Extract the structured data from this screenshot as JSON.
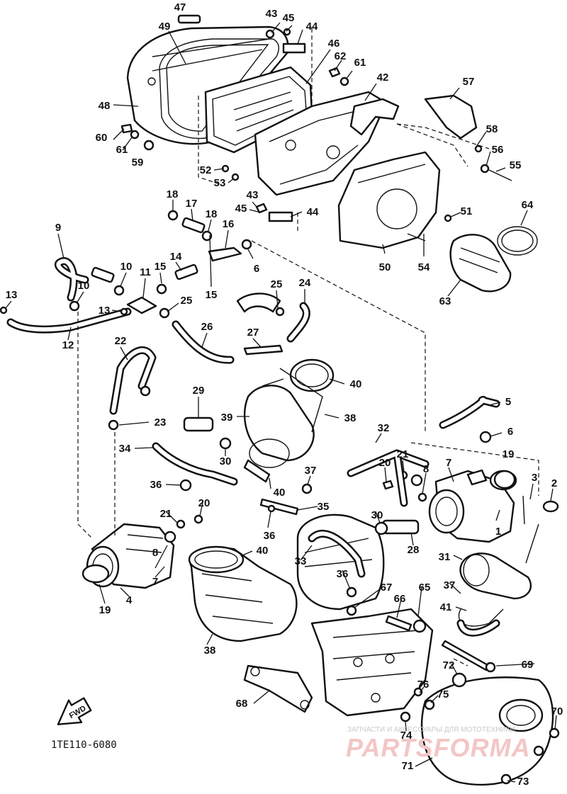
{
  "diagram": {
    "reference_code": "1TE110-6080",
    "direction_arrow": "FWD"
  },
  "watermark": {
    "tagline": "ЗАПЧАСТИ И АКСЕССУАРЫ ДЛЯ МОТОТЕХНИКИ",
    "brand": "PARTSFORMA"
  },
  "callouts": [
    {
      "id": "c47",
      "label": "47"
    },
    {
      "id": "c43a",
      "label": "43"
    },
    {
      "id": "c45a",
      "label": "45"
    },
    {
      "id": "c44a",
      "label": "44"
    },
    {
      "id": "c49",
      "label": "49"
    },
    {
      "id": "c46",
      "label": "46"
    },
    {
      "id": "c62",
      "label": "62"
    },
    {
      "id": "c61a",
      "label": "61"
    },
    {
      "id": "c42",
      "label": "42"
    },
    {
      "id": "c57",
      "label": "57"
    },
    {
      "id": "c48",
      "label": "48"
    },
    {
      "id": "c60",
      "label": "60"
    },
    {
      "id": "c61b",
      "label": "61"
    },
    {
      "id": "c59",
      "label": "59"
    },
    {
      "id": "c58",
      "label": "58"
    },
    {
      "id": "c56",
      "label": "56"
    },
    {
      "id": "c55",
      "label": "55"
    },
    {
      "id": "c52",
      "label": "52"
    },
    {
      "id": "c53",
      "label": "53"
    },
    {
      "id": "c18a",
      "label": "18"
    },
    {
      "id": "c17",
      "label": "17"
    },
    {
      "id": "c18b",
      "label": "18"
    },
    {
      "id": "c43b",
      "label": "43"
    },
    {
      "id": "c45b",
      "label": "45"
    },
    {
      "id": "c44b",
      "label": "44"
    },
    {
      "id": "c64",
      "label": "64"
    },
    {
      "id": "c51",
      "label": "51"
    },
    {
      "id": "c9",
      "label": "9"
    },
    {
      "id": "c16",
      "label": "16"
    },
    {
      "id": "c14",
      "label": "14"
    },
    {
      "id": "c6a",
      "label": "6"
    },
    {
      "id": "c50",
      "label": "50"
    },
    {
      "id": "c54",
      "label": "54"
    },
    {
      "id": "c10a",
      "label": "10"
    },
    {
      "id": "c11",
      "label": "11"
    },
    {
      "id": "c15a",
      "label": "15"
    },
    {
      "id": "c10b",
      "label": "10"
    },
    {
      "id": "c15b",
      "label": "15"
    },
    {
      "id": "c13a",
      "label": "13"
    },
    {
      "id": "c63",
      "label": "63"
    },
    {
      "id": "c25a",
      "label": "25"
    },
    {
      "id": "c24",
      "label": "24"
    },
    {
      "id": "c13b",
      "label": "13"
    },
    {
      "id": "c25b",
      "label": "25"
    },
    {
      "id": "c12",
      "label": "12"
    },
    {
      "id": "c26",
      "label": "26"
    },
    {
      "id": "c27",
      "label": "27"
    },
    {
      "id": "c22",
      "label": "22"
    },
    {
      "id": "c40a",
      "label": "40"
    },
    {
      "id": "c29",
      "label": "29"
    },
    {
      "id": "c39",
      "label": "39"
    },
    {
      "id": "c38a",
      "label": "38"
    },
    {
      "id": "c5",
      "label": "5"
    },
    {
      "id": "c23",
      "label": "23"
    },
    {
      "id": "c32",
      "label": "32"
    },
    {
      "id": "c6b",
      "label": "6"
    },
    {
      "id": "c34",
      "label": "34"
    },
    {
      "id": "c30a",
      "label": "30"
    },
    {
      "id": "c21a",
      "label": "21"
    },
    {
      "id": "c19a",
      "label": "19"
    },
    {
      "id": "c20a",
      "label": "20"
    },
    {
      "id": "c7a",
      "label": "7"
    },
    {
      "id": "c8a",
      "label": "8"
    },
    {
      "id": "c37a",
      "label": "37"
    },
    {
      "id": "c3",
      "label": "3"
    },
    {
      "id": "c2",
      "label": "2"
    },
    {
      "id": "c36a",
      "label": "36"
    },
    {
      "id": "c40b",
      "label": "40"
    },
    {
      "id": "c35",
      "label": "35"
    },
    {
      "id": "c21b",
      "label": "21"
    },
    {
      "id": "c20b",
      "label": "20"
    },
    {
      "id": "c1",
      "label": "1"
    },
    {
      "id": "c36b",
      "label": "36"
    },
    {
      "id": "c30b",
      "label": "30"
    },
    {
      "id": "c28",
      "label": "28"
    },
    {
      "id": "c8b",
      "label": "8"
    },
    {
      "id": "c40c",
      "label": "40"
    },
    {
      "id": "c31",
      "label": "31"
    },
    {
      "id": "c33",
      "label": "33"
    },
    {
      "id": "c36c",
      "label": "36"
    },
    {
      "id": "c7b",
      "label": "7"
    },
    {
      "id": "c19b",
      "label": "19"
    },
    {
      "id": "c4",
      "label": "4"
    },
    {
      "id": "c37b",
      "label": "37"
    },
    {
      "id": "c67",
      "label": "67"
    },
    {
      "id": "c65",
      "label": "65"
    },
    {
      "id": "c66",
      "label": "66"
    },
    {
      "id": "c41",
      "label": "41"
    },
    {
      "id": "c38b",
      "label": "38"
    },
    {
      "id": "c69",
      "label": "69"
    },
    {
      "id": "c72",
      "label": "72"
    },
    {
      "id": "c68",
      "label": "68"
    },
    {
      "id": "c76",
      "label": "76"
    },
    {
      "id": "c75",
      "label": "75"
    },
    {
      "id": "c70",
      "label": "70"
    },
    {
      "id": "c74",
      "label": "74"
    },
    {
      "id": "c71",
      "label": "71"
    },
    {
      "id": "c73",
      "label": "73"
    }
  ]
}
